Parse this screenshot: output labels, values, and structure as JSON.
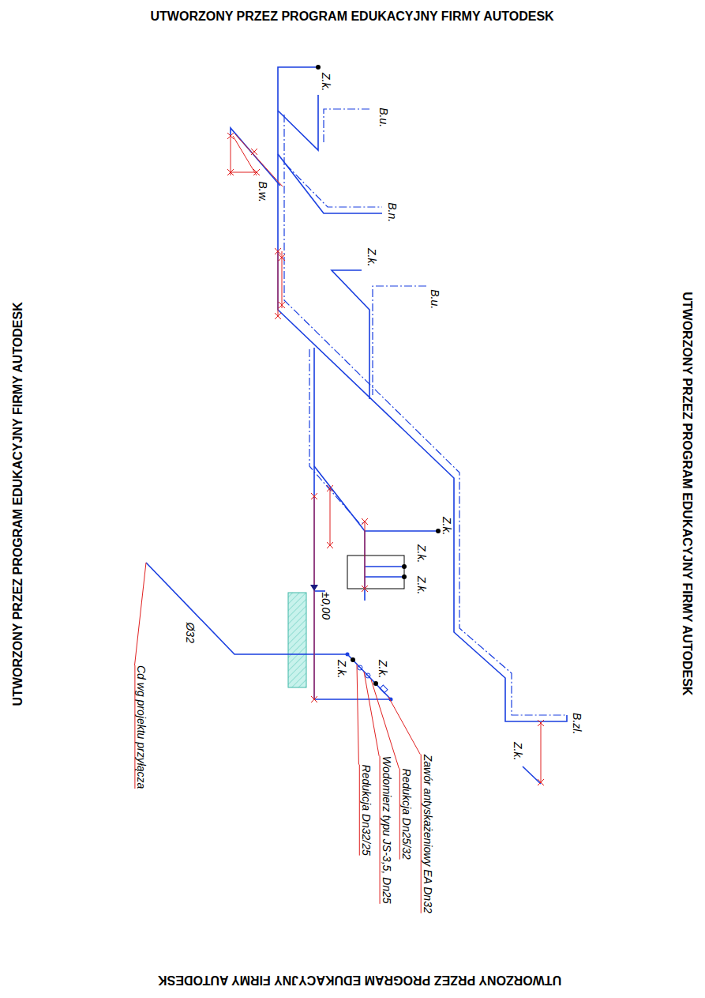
{
  "diagram": {
    "labels": [
      "UTWORZONY PRZEZ PROGRAM EDUKACYJNY FIRMY AUTODESK",
      "UTWORZONY PRZEZ PROGRAM EDUKACYJNY FIRMY AUTODESK",
      "UTWORZONY PRZEZ PROGRAM EDUKACYJNY FIRMY AUTODESK",
      "UTWORZONY PRZEZ PROGRAM EDUKACYJNY FIRMY AUTODESK",
      "Z.k.",
      "B.u.",
      "B.w.",
      "B.n.",
      "Z.k.",
      "B.u.",
      "Z.k.",
      "Z.k.",
      "Z.k.",
      "±0,00",
      "Ø32",
      "Z.k.",
      "Z.k.",
      "B.zl.",
      "Z.k.",
      "Cd wg projektu przyłącza",
      "Redukcja Dn32/25",
      "Wodomierz typu JS-3,5, Dn25",
      "Redukcja Dn25/32",
      "Zawór antyskażeniowy EA Dn32"
    ]
  }
}
